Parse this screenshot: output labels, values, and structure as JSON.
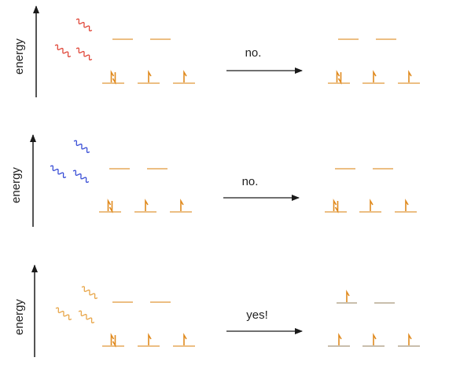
{
  "colors": {
    "axis": "#1a1a1a",
    "level": "#e5a85a",
    "level_excited": "#b7a890",
    "electron": "#e08a1e",
    "photon_red": "#e0483a",
    "photon_blue": "#3a4fd6",
    "photon_orange": "#e8a64a"
  },
  "panels": [
    {
      "axis_label": "energy",
      "photon_color": "red",
      "arrow_label": "no.",
      "before": {
        "upper": [
          0,
          0
        ],
        "lower": [
          2,
          1,
          1
        ]
      },
      "after": {
        "upper": [
          0,
          0
        ],
        "lower": [
          2,
          1,
          1
        ]
      }
    },
    {
      "axis_label": "energy",
      "photon_color": "blue",
      "arrow_label": "no.",
      "before": {
        "upper": [
          0,
          0
        ],
        "lower": [
          2,
          1,
          1
        ]
      },
      "after": {
        "upper": [
          0,
          0
        ],
        "lower": [
          2,
          1,
          1
        ]
      }
    },
    {
      "axis_label": "energy",
      "photon_color": "orange",
      "arrow_label": "yes!",
      "before": {
        "upper": [
          0,
          0
        ],
        "lower": [
          2,
          1,
          1
        ]
      },
      "after": {
        "upper": [
          1,
          0
        ],
        "lower": [
          1,
          1,
          1
        ]
      }
    }
  ]
}
